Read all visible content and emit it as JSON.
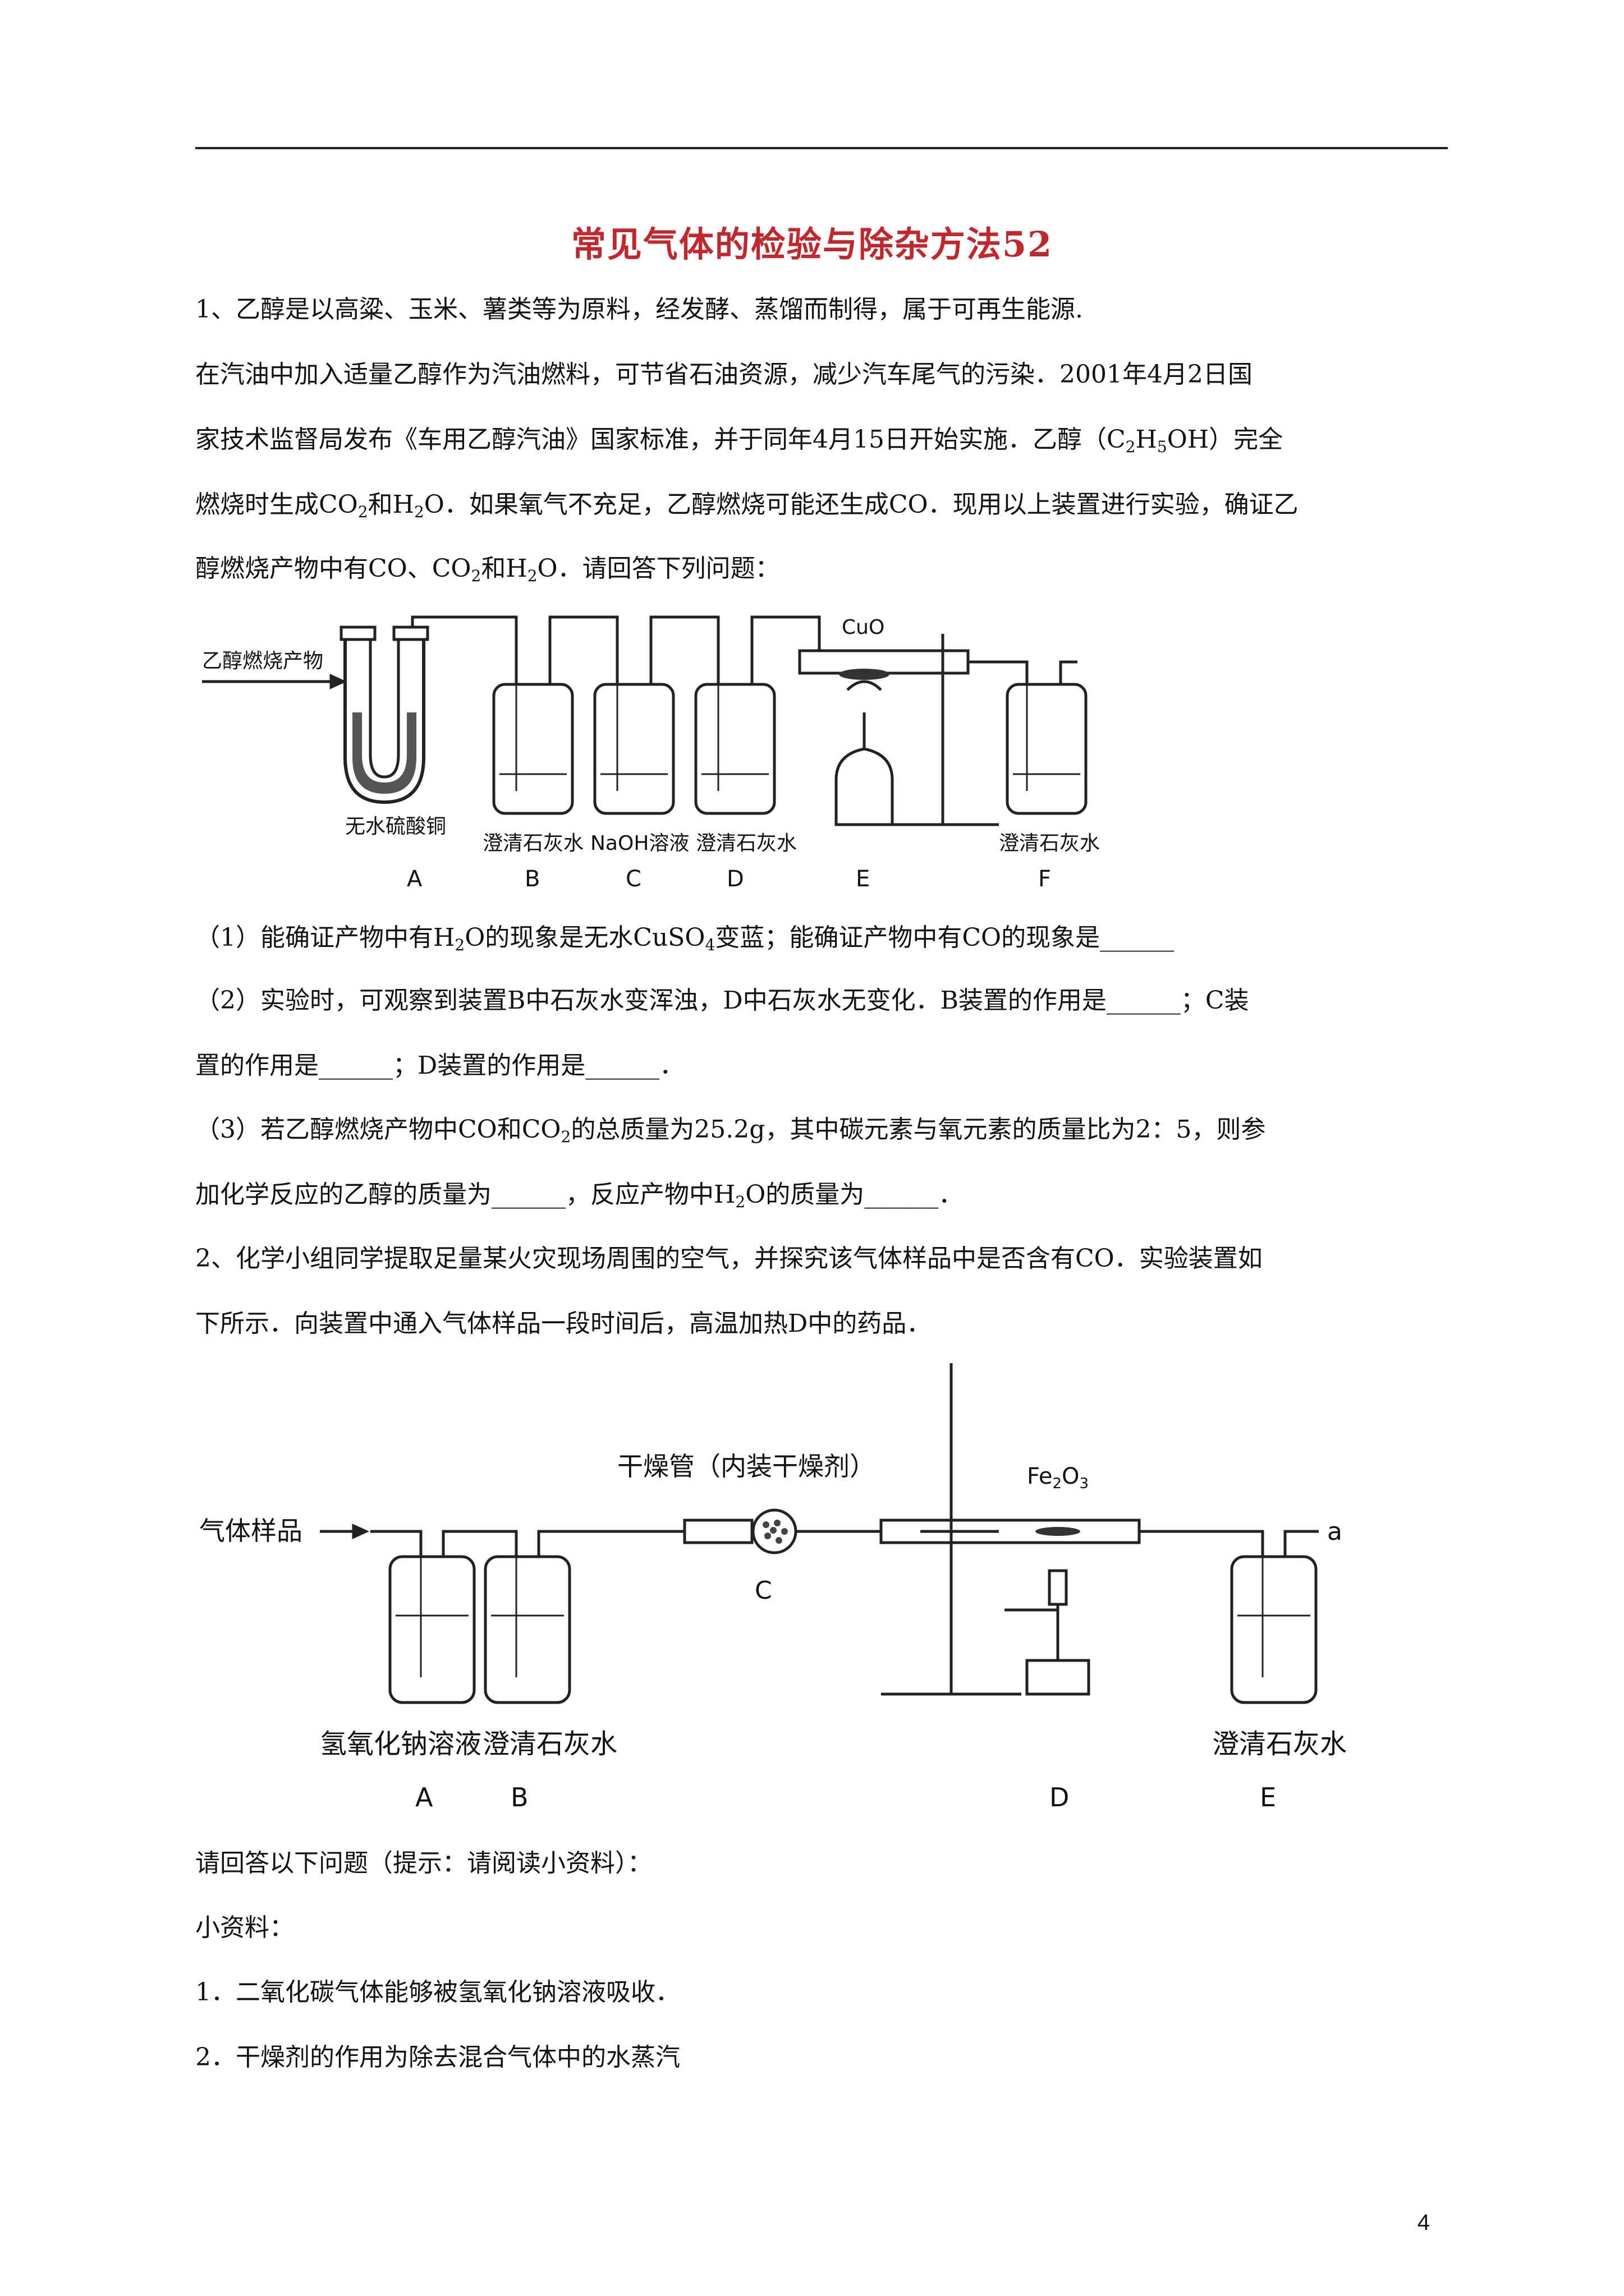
{
  "title": "常见气体的检验与除杂方法52",
  "q1": {
    "intro": "1、乙醇是以高粱、玉米、薯类等为原料，经发酵、蒸馏而制得，属于可再生能源.",
    "para_l1": "在汽油中加入适量乙醇作为汽油燃料，可节省石油资源，减少汽车尾气的污染．2001年4月2日国",
    "para_l2": "家技术监督局发布《车用乙醇汽油》国家标准，并于同年4月15日开始实施．乙醇（C",
    "para_l2_sub1": "2",
    "para_l2_mid": "H",
    "para_l2_sub2": "5",
    "para_l2_end": "OH）完全",
    "para_l3_a": "燃烧时生成CO",
    "para_l3_sub1": "2",
    "para_l3_b": "和H",
    "para_l3_sub2": "2",
    "para_l3_c": "O．如果氧气不充足，乙醇燃烧可能还生成CO．现用以上装置进行实验，确证乙",
    "para_l4_a": "醇燃烧产物中有CO、CO",
    "para_l4_sub1": "2",
    "para_l4_b": "和H",
    "para_l4_sub2": "2",
    "para_l4_c": "O．请回答下列问题：",
    "figure": {
      "inlet_label": "乙醇燃烧产物",
      "u_tube_label": "无水硫酸铜",
      "cuo_label": "CuO",
      "bottle_labels": [
        "澄清石灰水",
        "NaOH溶液",
        "澄清石灰水",
        "澄清石灰水"
      ],
      "letters": [
        "A",
        "B",
        "C",
        "D",
        "E",
        "F"
      ]
    },
    "sub1_a": "（1）能确证产物中有H",
    "sub1_sub1": "2",
    "sub1_b": "O的现象是无水CuSO",
    "sub1_sub2": "4",
    "sub1_c": "变蓝；能确证产物中有CO的现象是______",
    "sub2_l1": "（2）实验时，可观察到装置B中石灰水变浑浊，D中石灰水无变化．B装置的作用是______；C装",
    "sub2_l2": "置的作用是______；D装置的作用是______．",
    "sub3_l1_a": "（3）若乙醇燃烧产物中CO和CO",
    "sub3_l1_sub": "2",
    "sub3_l1_b": "的总质量为25.2g，其中碳元素与氧元素的质量比为2：5，则参",
    "sub3_l2_a": "加化学反应的乙醇的质量为______，反应产物中H",
    "sub3_l2_sub": "2",
    "sub3_l2_b": "O的质量为______．"
  },
  "q2": {
    "intro_l1": "2、化学小组同学提取足量某火灾现场周围的空气，并探究该气体样品中是否含有CO．实验装置如",
    "intro_l2": "下所示．向装置中通入气体样品一段时间后，高温加热D中的药品．",
    "figure": {
      "inlet_label": "气体样品",
      "dryer_label": "干燥管（内装干燥剂）",
      "fe2o3_label": "Fe",
      "fe2o3_sub1": "2",
      "fe2o3_mid": "O",
      "fe2o3_sub2": "3",
      "outlet_label": "a",
      "c_letter": "C",
      "bottle_labels": [
        "氢氧化钠溶液",
        "澄清石灰水",
        "澄清石灰水"
      ],
      "letters": [
        "A",
        "B",
        "D",
        "E"
      ]
    },
    "prompt": "请回答以下问题（提示：请阅读小资料）：",
    "info_title": "小资料：",
    "info_1": "1．二氧化碳气体能够被氢氧化钠溶液吸收．",
    "info_2": "2．干燥剂的作用为除去混合气体中的水蒸汽"
  },
  "page_number": "4"
}
